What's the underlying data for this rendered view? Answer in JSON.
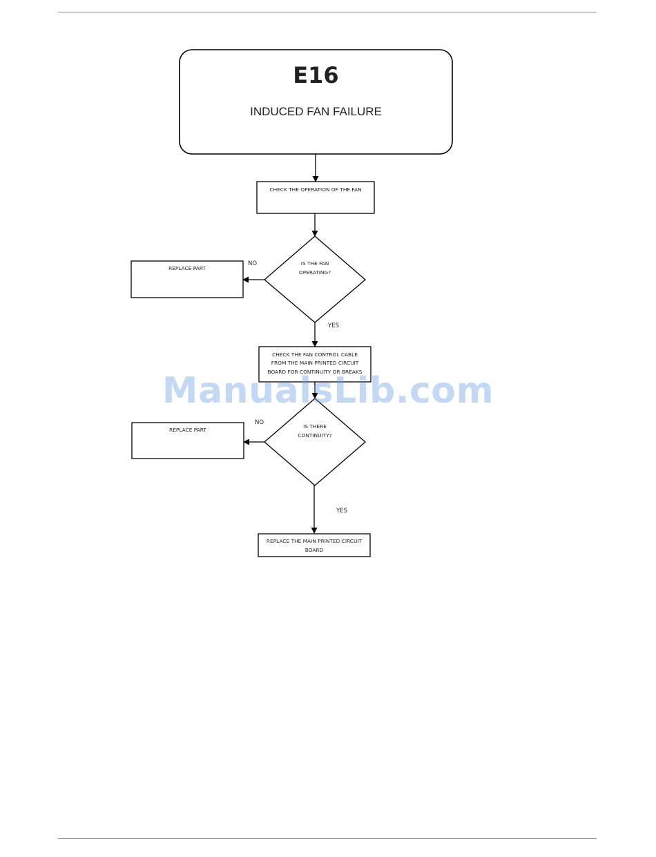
{
  "header": {
    "code": "E16",
    "subtitle": "INDUCED FAN FAILURE"
  },
  "steps": {
    "check_fan": "CHECK THE OPERATION OF THE FAN",
    "decision_fan_operating": [
      "IS THE FAN",
      "OPERATING?"
    ],
    "replace_part_1": "REPLACE PART",
    "check_cable": [
      "CHECK THE FAN CONTROL CABLE",
      "FROM THE MAIN PRINTED CIRCUIT",
      "BOARD FOR CONTINUITY OR BREAKS"
    ],
    "decision_continuity": [
      "IS THERE",
      "CONTINUITY?"
    ],
    "replace_part_2": "REPLACE PART",
    "replace_board": [
      "REPLACE THE MAIN PRINTED CIRCUIT",
      "BOARD"
    ]
  },
  "edges": {
    "no_1": "NO",
    "yes_1": "YES",
    "no_2": "NO",
    "yes_2": "YES"
  },
  "watermark": "ManualsLib.com",
  "colors": {
    "line": "#000000",
    "text": "#222222",
    "rule": "#8a8a8a",
    "watermark": "#6098e6"
  }
}
